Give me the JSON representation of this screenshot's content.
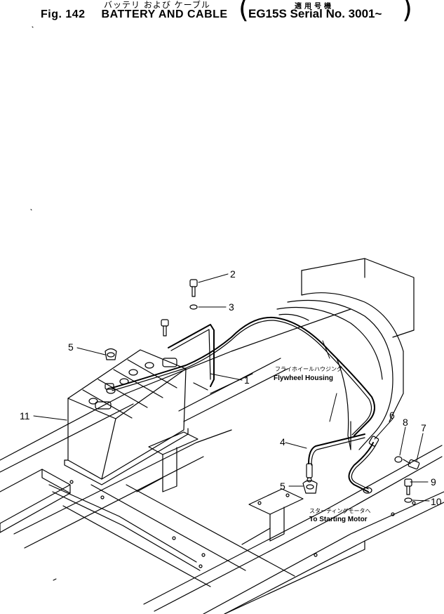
{
  "header": {
    "title_jp": "バッテリ および ケーブル",
    "fig_label": "Fig. 142",
    "title_en": "BATTERY AND CABLE",
    "serial_jp": "適用号機",
    "serial_en": "EG15S Serial No. 3001~"
  },
  "notes": {
    "flywheel_jp": "フライホイールハウジング",
    "flywheel_en": "Flywheel Housing",
    "motor_jp": "スターティングモータへ",
    "motor_en": "To Starting Motor"
  },
  "callouts": {
    "c1": "1",
    "c2": "2",
    "c3": "3",
    "c4": "4",
    "c5a": "5",
    "c5b": "5",
    "c6": "6",
    "c7": "7",
    "c8": "8",
    "c9": "9",
    "c10": "10",
    "c11": "11"
  }
}
